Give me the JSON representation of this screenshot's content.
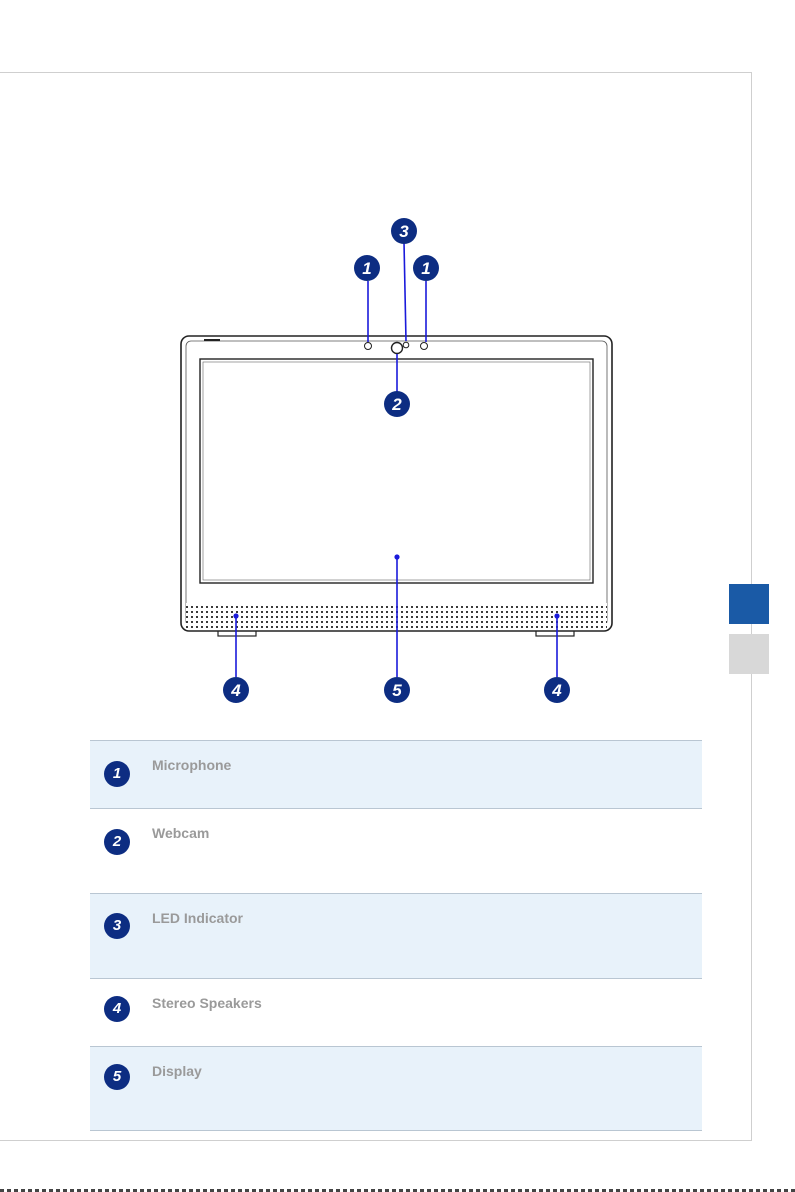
{
  "colors": {
    "badge": "#0d2d82",
    "leader": "#1a1adb",
    "tab_active": "#1a5aa6",
    "tab_inactive": "#d8d8d8",
    "row_shade": "#e8f2fa"
  },
  "callouts": {
    "mic_left": "1",
    "mic_right": "1",
    "led": "3",
    "webcam": "2",
    "speaker_left": "4",
    "display": "5",
    "speaker_right": "4"
  },
  "legend": {
    "rows": [
      {
        "num": "1",
        "label": "Microphone"
      },
      {
        "num": "2",
        "label": "Webcam"
      },
      {
        "num": "3",
        "label": "LED Indicator"
      },
      {
        "num": "4",
        "label": "Stereo Speakers"
      },
      {
        "num": "5",
        "label": "Display"
      }
    ]
  }
}
